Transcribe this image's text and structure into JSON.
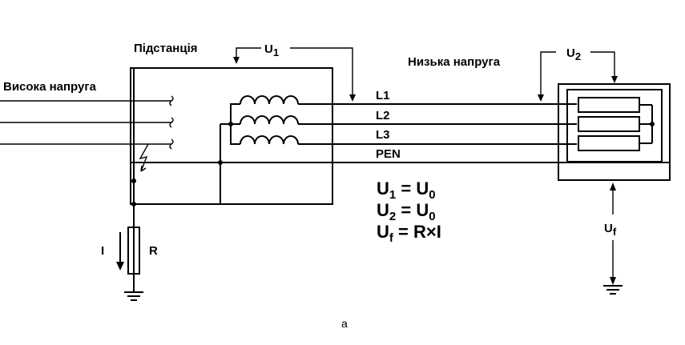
{
  "labels": {
    "substation": "Підстанція",
    "high_voltage": "Висока напруга",
    "low_voltage": "Низька напруга",
    "l1": "L1",
    "l2": "L2",
    "l3": "L3",
    "pen": "PEN",
    "current": "I",
    "resistor": "R",
    "caption": "a"
  },
  "voltages": {
    "u1": {
      "main": "U",
      "sub": "1"
    },
    "u2": {
      "main": "U",
      "sub": "2"
    },
    "uf": {
      "main": "U",
      "sub": "f"
    }
  },
  "equations": [
    {
      "lhs": "U",
      "lhs_sub": "1",
      "eq": " = ",
      "rhs": "U",
      "rhs_sub": "0"
    },
    {
      "lhs": "U",
      "lhs_sub": "2",
      "eq": " = ",
      "rhs": "U",
      "rhs_sub": "0"
    },
    {
      "lhs": "U",
      "lhs_sub": "f",
      "eq": " = ",
      "rhs": "R×I",
      "rhs_sub": ""
    }
  ]
}
